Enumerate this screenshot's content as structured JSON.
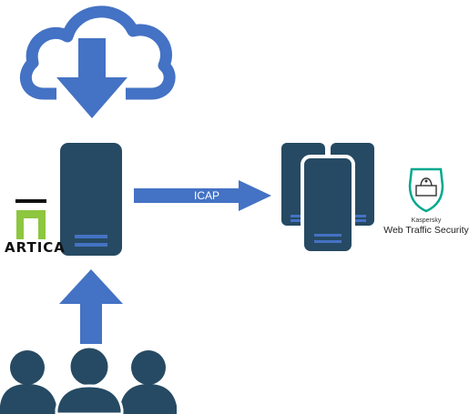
{
  "flow": {
    "icap_label": "ICAP"
  },
  "artica": {
    "wordmark": "ARTICA"
  },
  "kaspersky": {
    "brand": "Kaspersky",
    "product": "Web Traffic Security"
  },
  "colors": {
    "server": "#264a63",
    "arrow": "#4472c4",
    "cloud_outline": "#4472c4",
    "users": "#264a63",
    "artica_green": "#8dc63f",
    "kaspersky_green": "#00a88e"
  },
  "icons": {
    "cloud": "cloud-download-icon",
    "server": "server-icon",
    "server_cluster": "server-cluster-icon",
    "users": "users-group-icon",
    "artica_logo": "artica-logo",
    "kaspersky_logo": "kaspersky-logo"
  }
}
